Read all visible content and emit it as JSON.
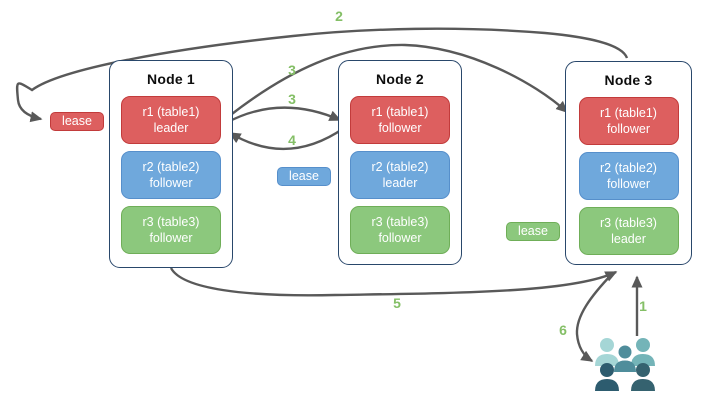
{
  "diagram_title": "replica-lease-flow-diagram",
  "nodes": [
    {
      "title": "Node 1",
      "replicas": [
        {
          "line1": "r1 (table1)",
          "line2": "leader",
          "color": "red"
        },
        {
          "line1": "r2 (table2)",
          "line2": "follower",
          "color": "blue"
        },
        {
          "line1": "r3 (table3)",
          "line2": "follower",
          "color": "green"
        }
      ]
    },
    {
      "title": "Node 2",
      "replicas": [
        {
          "line1": "r1 (table1)",
          "line2": "follower",
          "color": "red"
        },
        {
          "line1": "r2 (table2)",
          "line2": "leader",
          "color": "blue"
        },
        {
          "line1": "r3 (table3)",
          "line2": "follower",
          "color": "green"
        }
      ]
    },
    {
      "title": "Node 3",
      "replicas": [
        {
          "line1": "r1 (table1)",
          "line2": "follower",
          "color": "red"
        },
        {
          "line1": "r2 (table2)",
          "line2": "follower",
          "color": "blue"
        },
        {
          "line1": "r3 (table3)",
          "line2": "leader",
          "color": "green"
        }
      ]
    }
  ],
  "leases": [
    {
      "label": "lease",
      "color": "red"
    },
    {
      "label": "lease",
      "color": "blue"
    },
    {
      "label": "lease",
      "color": "green"
    }
  ],
  "step_labels": {
    "step1": "1",
    "step2": "2",
    "step3a": "3",
    "step3b": "3",
    "step4": "4",
    "step5": "5",
    "step6": "6"
  },
  "icons": {
    "users_group": "users-icon"
  },
  "colors": {
    "replica_red": "#dd5f5f",
    "replica_blue": "#6fa8dc",
    "replica_green": "#8cc87d",
    "node_border": "#29476b",
    "arrow_gray": "#595959",
    "step_green": "#84bf66",
    "users_light_teal": "#a5d6d6",
    "users_mid_teal": "#74b4b8",
    "users_teal": "#4f8d9b",
    "users_dark_left": "#2d5c6f",
    "users_dark_right": "#35626f"
  }
}
